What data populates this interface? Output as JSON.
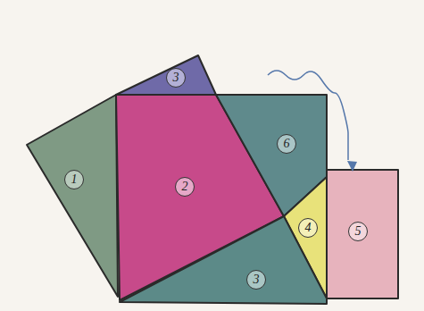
{
  "diagram": {
    "labels": [
      "1",
      "2",
      "3",
      "6",
      "4",
      "5",
      "3"
    ]
  }
}
